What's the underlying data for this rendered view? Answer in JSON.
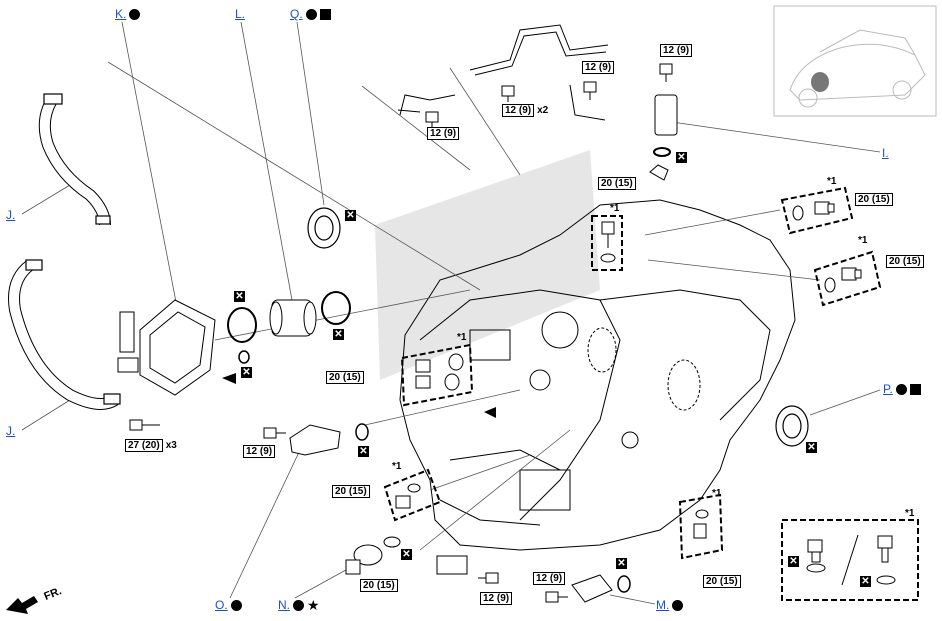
{
  "callouts": {
    "K": "K.",
    "L": "L.",
    "Q": "Q.",
    "I": "I.",
    "J_top": "J.",
    "J_bottom": "J.",
    "P": "P.",
    "O": "O.",
    "N": "N.",
    "M": "M."
  },
  "torques": {
    "bracket_left": "12 (9)",
    "bracket_right": "12 (9)",
    "bracket_right_mult": "x2",
    "bracket_small": "12 (9)",
    "sensor_top": "12 (9)",
    "plug_upper_left": "20 (15)",
    "plug_right_1": "20 (15)",
    "plug_right_2": "20 (15)",
    "plugs_cluster": "20 (15)",
    "cooler_bolts": "27 (20)",
    "cooler_bolts_mult": "x3",
    "speed_sensor": "12 (9)",
    "plug_lower_left": "20 (15)",
    "switch_bottom": "20 (15)",
    "bracket_bottom": "12 (9)",
    "sensor_bottom": "12 (9)",
    "plug_lower_right": "20 (15)"
  },
  "markers": {
    "star1": "*1",
    "fr": "FR."
  },
  "colors": {
    "link": "#1a4fd1",
    "line": "#000000",
    "gasket_shade": "#e6e6e6"
  }
}
